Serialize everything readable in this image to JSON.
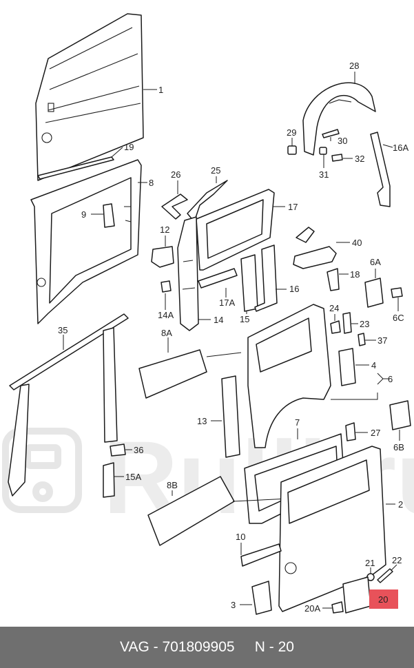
{
  "callouts": {
    "p1": "1",
    "p19": "19",
    "p8": "8",
    "p9": "9",
    "p26": "26",
    "p25": "25",
    "p17": "17",
    "p12": "12",
    "p17a": "17A",
    "p14a": "14A",
    "p14": "14",
    "p15": "15",
    "p16": "16",
    "p28": "28",
    "p29": "29",
    "p30": "30",
    "p31": "31",
    "p32": "32",
    "p16a": "16A",
    "p40": "40",
    "p18": "18",
    "p6a": "6A",
    "p6c": "6C",
    "p24": "24",
    "p23": "23",
    "p37": "37",
    "p4": "4",
    "p6": "6",
    "p35": "35",
    "p8a": "8A",
    "p13": "13",
    "p36": "36",
    "p15a": "15A",
    "p7": "7",
    "p27": "27",
    "p6b": "6B",
    "p8b": "8B",
    "p2": "2",
    "p10": "10",
    "p21": "21",
    "p22": "22",
    "p3": "3",
    "p20a": "20A",
    "p20": "20"
  },
  "highlight": {
    "part": "20",
    "color": "#e8525a"
  },
  "watermark": {
    "text": "Rulli.ru"
  },
  "footer": {
    "brand": "VAG - 701809905",
    "ref": "N - 20",
    "background": "#6f6f6f"
  }
}
